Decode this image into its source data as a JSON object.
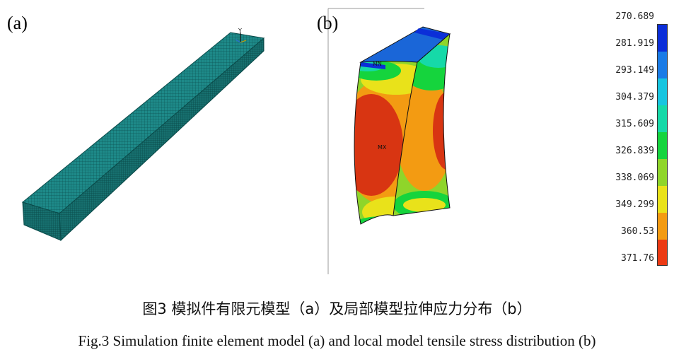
{
  "panels": {
    "a_label": "(a)",
    "b_label": "(b)"
  },
  "model_a": {
    "triad_axis_letter": "Y",
    "mesh_color": "#1d8786"
  },
  "model_b": {
    "min_marker": "MN",
    "max_marker": "MX"
  },
  "legend": {
    "values": [
      "270.689",
      "281.919",
      "293.149",
      "304.379",
      "315.609",
      "326.839",
      "338.069",
      "349.299",
      "360.53",
      "371.76"
    ],
    "colors": [
      "#0b2ed8",
      "#1a7be6",
      "#17c5e0",
      "#16d9a8",
      "#15d43d",
      "#8fd52a",
      "#e9e21a",
      "#f39b12",
      "#ec3a14"
    ]
  },
  "captions": {
    "chinese": "图3  模拟件有限元模型（a）及局部模型拉伸应力分布（b）",
    "english": "Fig.3 Simulation finite element model (a) and local model tensile stress distribution (b)"
  }
}
